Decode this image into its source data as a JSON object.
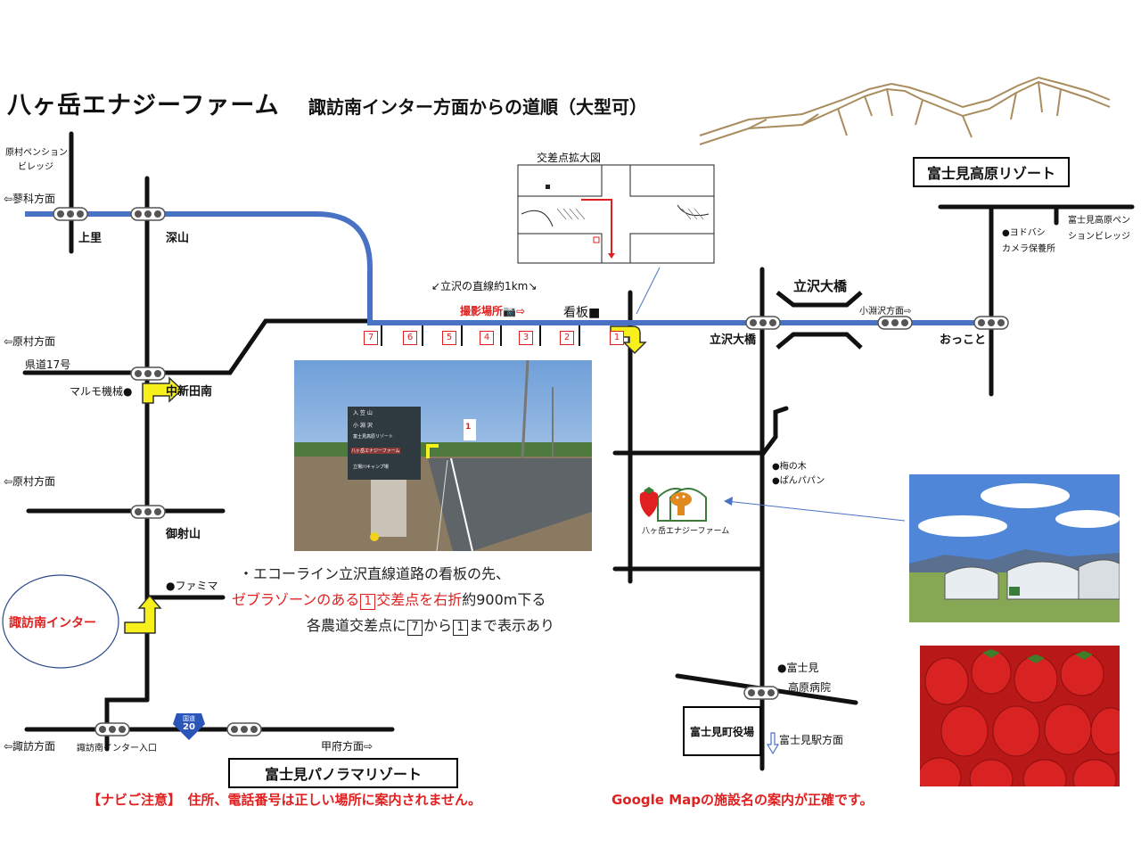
{
  "title": "八ヶ岳エナジーファーム",
  "subtitle": "諏訪南インター方面からの道順（大型可）",
  "inset": {
    "title": "交差点拡大図"
  },
  "labels": {
    "haramura_pension": "原村ペンション",
    "village": "ビレッジ",
    "tateshina": "⇦蓼科方面",
    "kamisato": "上里",
    "fukayama": "深山",
    "haramura1": "⇦原村方面",
    "route17": "県道17号",
    "marumo": "マルモ機械●",
    "nakashindaminami": "中新田南",
    "haramura2": "⇦原村方面",
    "misayama": "御射山",
    "famima": "●ファミマ",
    "suwaminami_ic": "諏訪南インター",
    "suwa_dir": "⇦諏訪方面",
    "ic_entrance": "諏訪南インター入口",
    "kofu_dir": "甲府方面⇨",
    "panorama": "富士見パノラマリゾート",
    "route20_top": "国道",
    "route20": "20",
    "straight_line": "↙立沢の直線約1km↘",
    "photo_spot": "撮影場所📷⇨",
    "kanban": "看板■",
    "tatsuzawa_ohashi_big": "立沢大橋",
    "tatsuzawa_ohashi": "立沢大橋",
    "kobuchizawa": "小淵沢方面⇨",
    "okkoto": "おっこと",
    "fujimi_kogen_resort": "富士見高原リゾート",
    "yodobashi": "●ヨドバシ",
    "yodobashi2": "カメラ保養所",
    "fujimi_pension": "富士見高原ペン",
    "fujimi_pension2": "ションビレッジ",
    "umenoki": "●梅の木",
    "panpapan": "●ぱんパパン",
    "farm": "八ヶ岳エナジーファーム",
    "hospital1": "●富士見",
    "hospital2": "高原病院",
    "town_office": "富士見町役場",
    "station": "富士見駅方面"
  },
  "intersections": [
    "7",
    "6",
    "5",
    "4",
    "3",
    "2",
    "1"
  ],
  "photo_sign": {
    "marker": "1",
    "line1": "入 笠 山",
    "line2": "小 淵 沢",
    "line3": "富士見高原リゾート",
    "line4": "八ヶ岳エナジーファーム",
    "line5": "立場川キャンプ場"
  },
  "directions": {
    "line1": "・エコーライン立沢直線道路の看板の先、",
    "line2_red": "ゼブラゾーンのある",
    "line2_num": "1",
    "line2_red2": "交差点を右折",
    "line2_rest": "約900m下る",
    "line3_pre": "各農道交差点に",
    "line3_num1": "7",
    "line3_mid": "から",
    "line3_num2": "1",
    "line3_post": "まで表示あり"
  },
  "notice": {
    "left": "【ナビご注意】　住所、電話番号は正しい場所に案内されません。",
    "right": "Google Mapの施設名の案内が正確です。"
  },
  "colors": {
    "route": "#4a72c4",
    "road": "#111111",
    "accent_red": "#e02020",
    "arrow_yellow": "#f7f01a"
  }
}
